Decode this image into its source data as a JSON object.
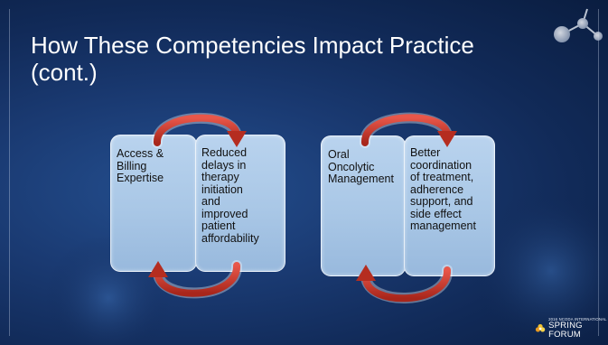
{
  "slide": {
    "title": "How These Competencies Impact Practice (cont.)"
  },
  "diagrams": [
    {
      "left_text": "Access &\nBilling\nExpertise",
      "right_text": "Reduced\ndelays in\ntherapy\ninitiation\nand\nimproved\npatient\naffordability"
    },
    {
      "left_text": "Oral\nOncolytic\nManagement",
      "right_text": "Better\ncoordination\nof treatment,\nadherence\nsupport, and\nside effect\nmanagement"
    }
  ],
  "footer": {
    "logo_small_text": "2016 NCODA INTERNATIONAL",
    "logo_big_text": "SPRING FORUM"
  },
  "colors": {
    "background": "#1a3a72",
    "box_fill": "#a9c7e6",
    "arrow": "#c0392b"
  }
}
